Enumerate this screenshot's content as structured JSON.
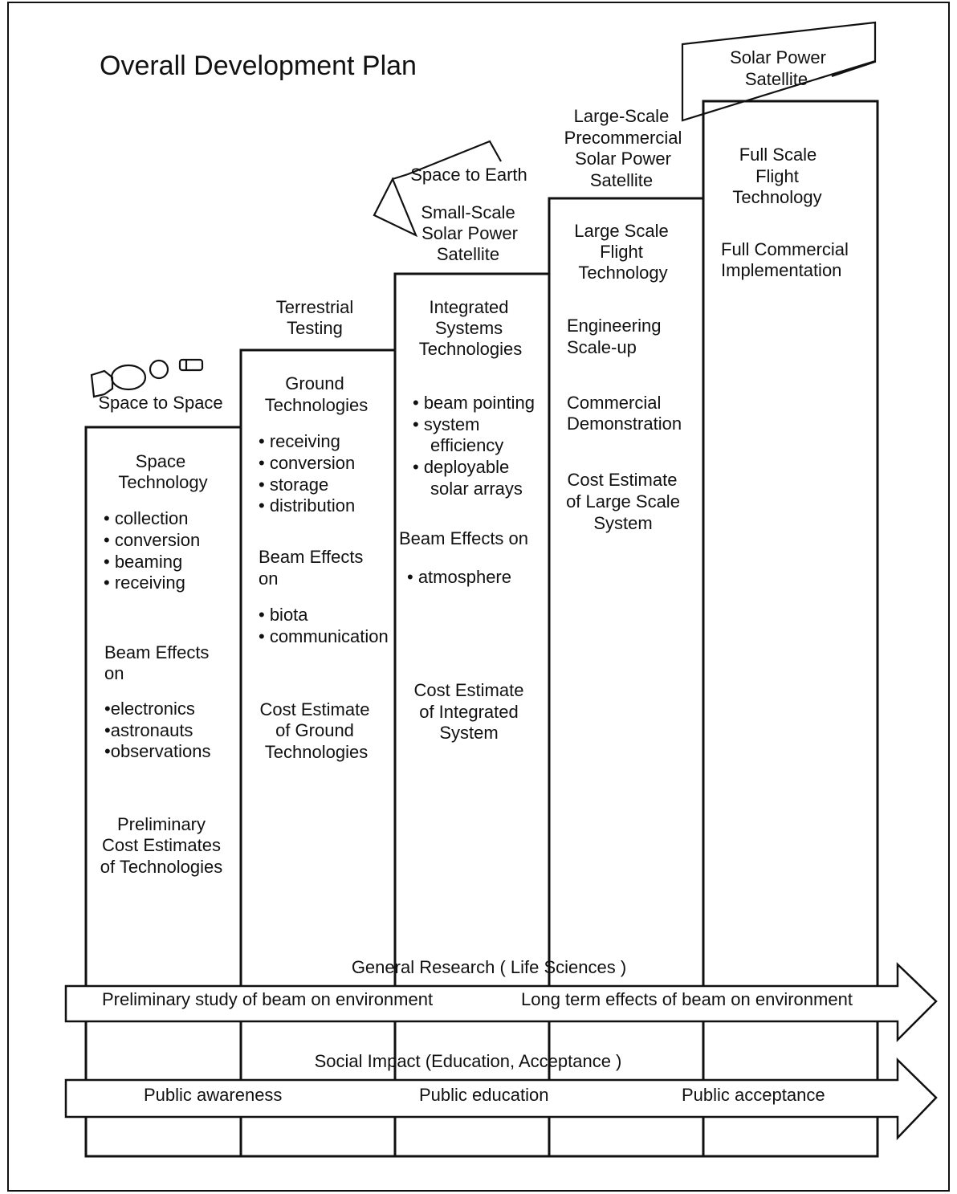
{
  "title": "Overall Development Plan",
  "stages": [
    {
      "header": [
        "Space to Space"
      ],
      "lines": [
        "Space",
        "Technology",
        "• collection",
        "• conversion",
        "• beaming",
        "• receiving",
        "Beam Effects",
        "on",
        "•electronics",
        "•astronauts",
        "•observations",
        "Preliminary",
        "Cost Estimates",
        "of Technologies"
      ]
    },
    {
      "header": [
        "Terrestrial",
        "Testing"
      ],
      "lines": [
        "Ground",
        "Technologies",
        "• receiving",
        "• conversion",
        "• storage",
        "• distribution",
        "Beam Effects",
        "on",
        "• biota",
        "• communication",
        "Cost Estimate",
        "of Ground",
        "Technologies"
      ]
    },
    {
      "header": [
        "Space to Earth",
        "Small-Scale",
        "Solar Power",
        "Satellite"
      ],
      "lines": [
        "Integrated",
        "Systems",
        "Technologies",
        "• beam pointing",
        "• system",
        "efficiency",
        "• deployable",
        "solar arrays",
        "Beam Effects on",
        "• atmosphere",
        "Cost Estimate",
        "of Integrated",
        "System"
      ]
    },
    {
      "header": [
        "Large-Scale",
        "Precommercial",
        "Solar Power",
        "Satellite"
      ],
      "lines": [
        "Large Scale",
        "Flight",
        "Technology",
        "Engineering",
        "Scale-up",
        "Commercial",
        "Demonstration",
        "Cost Estimate",
        "of Large Scale",
        "System"
      ]
    },
    {
      "header": [
        "Solar Power",
        "Satellite"
      ],
      "lines": [
        "Full Scale",
        "Flight",
        "Technology",
        "Full Commercial",
        "Implementation"
      ]
    }
  ],
  "research": {
    "heading": "General Research ( Life Sciences )",
    "left": "Preliminary study of beam on environment",
    "right": "Long term effects of beam on environment"
  },
  "social": {
    "heading": "Social Impact (Education, Acceptance )",
    "items": [
      "Public awareness",
      "Public education",
      "Public acceptance"
    ]
  },
  "icons": [
    "satellite-icon",
    "triangle-satellite-icon",
    "satellite-panel-icon"
  ]
}
